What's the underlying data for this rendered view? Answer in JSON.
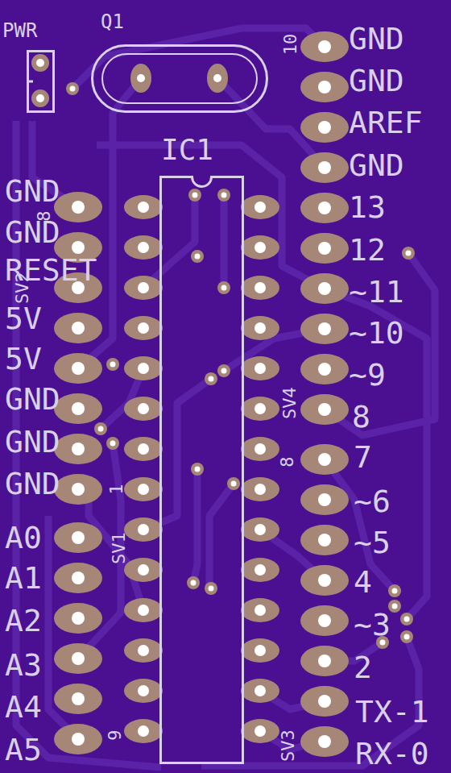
{
  "diagram": {
    "nodes": [
      {
        "text": [
          "PWR"
        ]
      },
      {
        "text": [
          "Q1"
        ]
      },
      {
        "text": [
          "IC1"
        ]
      }
    ],
    "labels": [
      "10",
      "GND",
      "GND",
      "AREF",
      "GND",
      "13",
      "12",
      "~11",
      "~10",
      "~9",
      "8",
      "7",
      "~6",
      "~5",
      "4",
      "~3",
      "2",
      "TX-1",
      "RX-0",
      "GND",
      "GND",
      "RESET",
      "5V",
      "5V",
      "GND",
      "GND",
      "GND",
      "A0",
      "A1",
      "A2",
      "A3",
      "A4",
      "A5",
      "8",
      "SV2",
      "1",
      "SV1",
      "9",
      "SV4",
      "8",
      "SV3"
    ]
  }
}
